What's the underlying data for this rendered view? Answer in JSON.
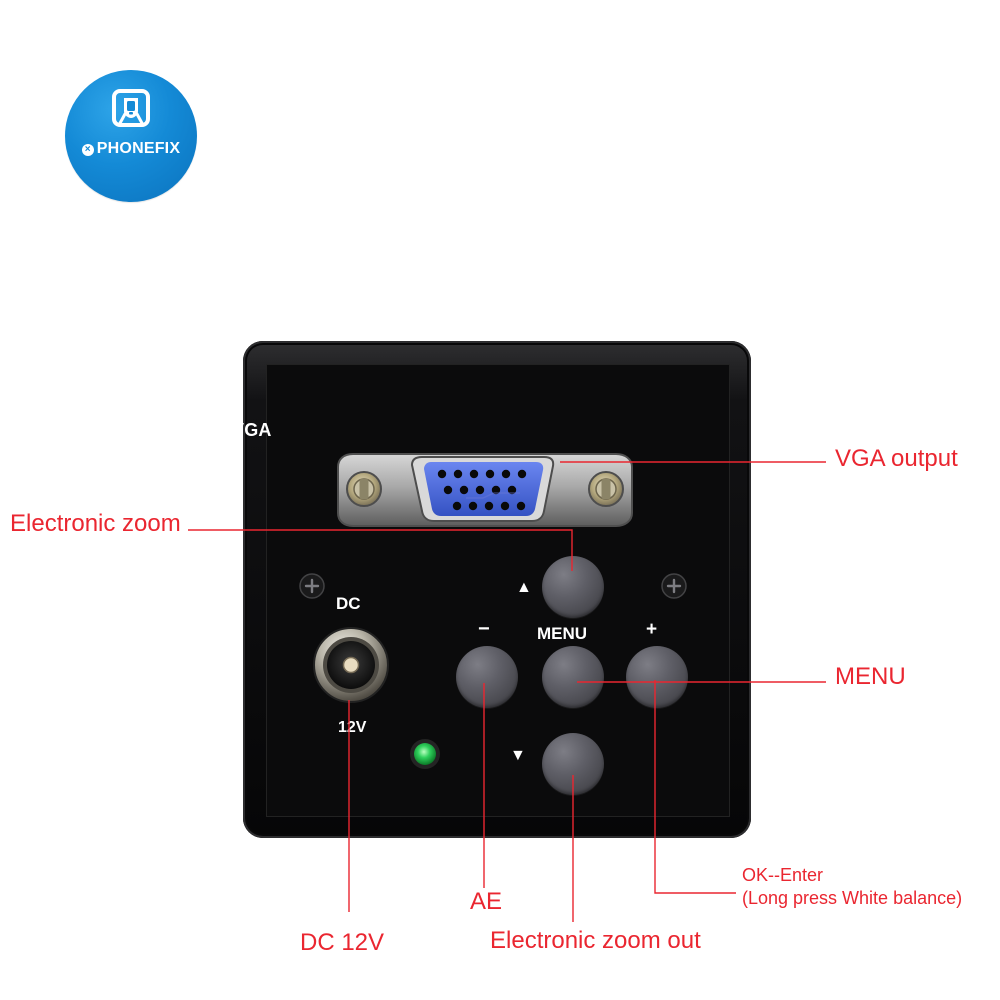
{
  "brand": {
    "name": "PHONEFIX",
    "x_glyph": "×"
  },
  "camera": {
    "vga_label": "VGA",
    "dc_label": "DC",
    "dc_voltage": "12V",
    "menu_label": "MENU",
    "minus_label": "−",
    "plus_label": "+",
    "up_label": "▲",
    "down_label": "▼"
  },
  "callouts": {
    "vga_output": "VGA output",
    "electronic_zoom": "Electronic zoom",
    "menu": "MENU",
    "ok_enter_line1": "OK--Enter",
    "ok_enter_line2": "(Long press White balance)",
    "ae": "AE",
    "dc_12v": "DC 12V",
    "electronic_zoom_out": "Electronic zoom out"
  },
  "colors": {
    "accent_red": "#ea2630",
    "brand_blue": "#148ad6",
    "camera_black": "#0b0b0c",
    "button_gray": "#5f5f67",
    "led_green": "#2fd05c",
    "vga_blue": "#4b6bd8"
  }
}
